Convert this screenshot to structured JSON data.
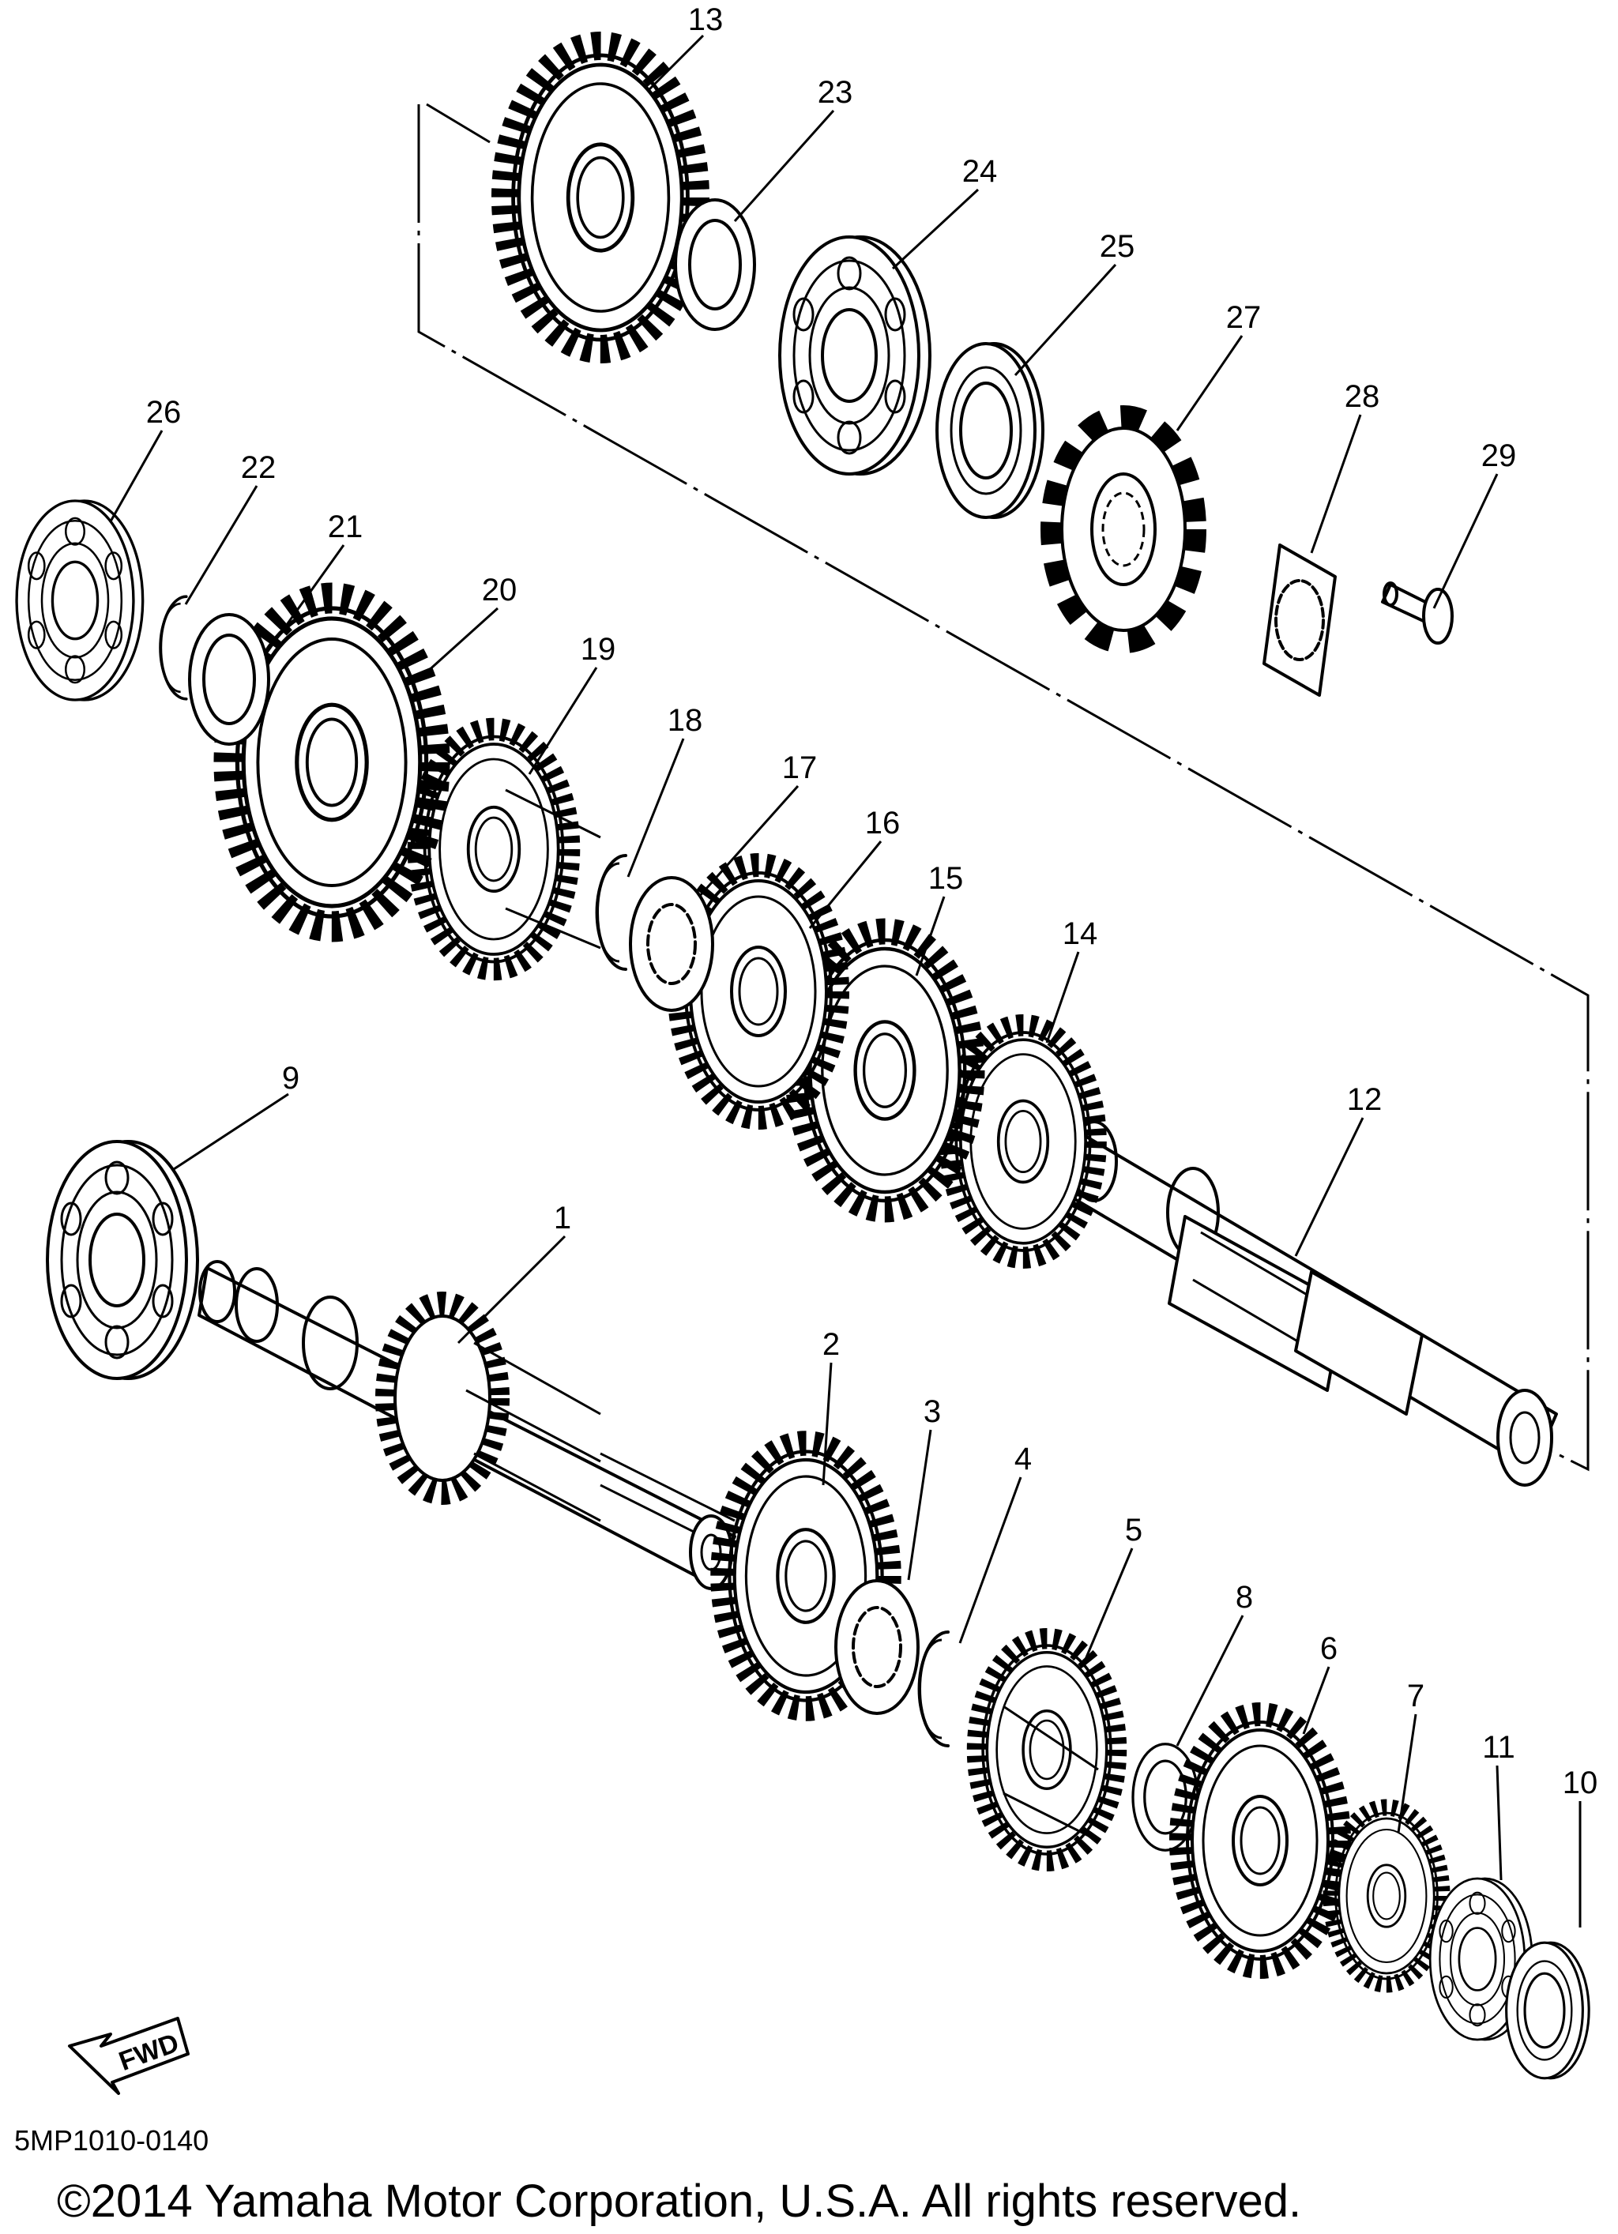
{
  "callouts": [
    "1",
    "2",
    "3",
    "4",
    "5",
    "6",
    "7",
    "8",
    "9",
    "10",
    "11",
    "12",
    "13",
    "14",
    "15",
    "16",
    "17",
    "18",
    "19",
    "20",
    "21",
    "22",
    "23",
    "24",
    "25",
    "26",
    "27",
    "28",
    "29"
  ],
  "direction_label": "FWD",
  "diagram_code": "5MP1010-0140",
  "copyright": "©2014 Yamaha Motor Corporation, U.S.A. All rights reserved."
}
